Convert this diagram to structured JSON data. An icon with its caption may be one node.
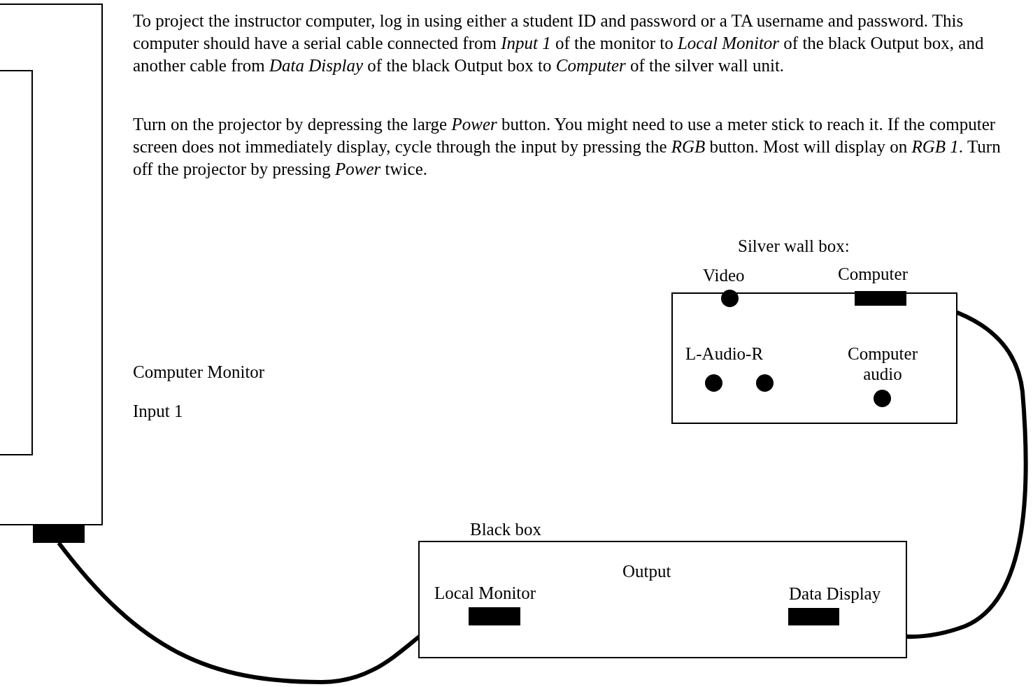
{
  "diagram": {
    "nodes": [
      {
        "text": [],
        "shape": "box",
        "beside": [
          "Computer Monitor"
        ]
      },
      {
        "text": [],
        "shape": "box",
        "in": 0
      },
      {
        "text": [],
        "shape": "bar"
      },
      {
        "text": [
          "Silver wall box:"
        ]
      },
      {
        "text": [],
        "shape": "bar",
        "in": 3,
        "beside": [
          "Computer"
        ]
      },
      {
        "text": [
          "Black box",
          "Output"
        ]
      },
      {
        "text": [
          "Local Monitor"
        ],
        "in": 5
      },
      {
        "text": [
          "Data Display"
        ],
        "in": 5
      }
    ],
    "edges": [
      {
        "from": 2,
        "to": 6,
        "arrow": "none"
      },
      {
        "from": 7,
        "to": 4,
        "arrow": "none"
      }
    ],
    "labels": [
      "To project the instructor computer, log in using either a student ID and password or a TA username and password.   This computer should have a serial cable connected from *Input 1* of the monitor to *Local Monitor* of the black Output box, and another cable from *Data Display* of the black Output box to *Computer* of the silver wall unit.",
      "Turn on the projector by depressing the large *Power* button.  You might need to use a meter stick to reach it.  If the computer screen does not immediately display, cycle through the input by pressing the *RGB* button.  Most will display on *RGB 1*.  Turn off the projector by pressing *Power* twice.",
      "Video",
      "L-Audio-R",
      "Computer audio",
      "Input 1"
    ]
  }
}
